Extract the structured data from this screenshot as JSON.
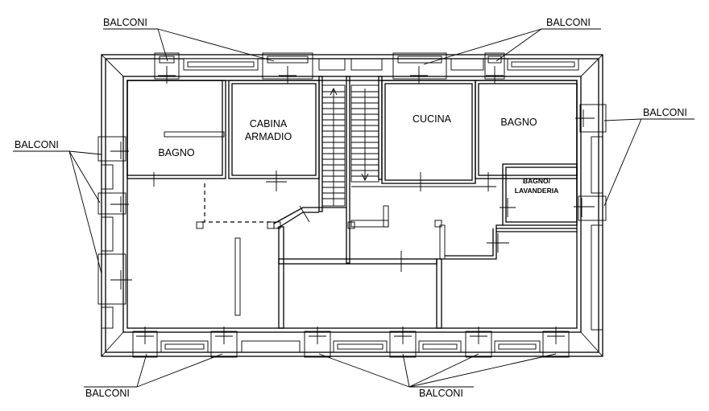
{
  "callout_label": "BALCONI",
  "rooms": {
    "bagno_left": "BAGNO",
    "cabina_line1": "CABINA",
    "cabina_line2": "ARMADIO",
    "cucina": "CUCINA",
    "bagno_right": "BAGNO",
    "lavanderia_line1": "BAGNO/",
    "lavanderia_line2": "LAVANDERIA"
  }
}
